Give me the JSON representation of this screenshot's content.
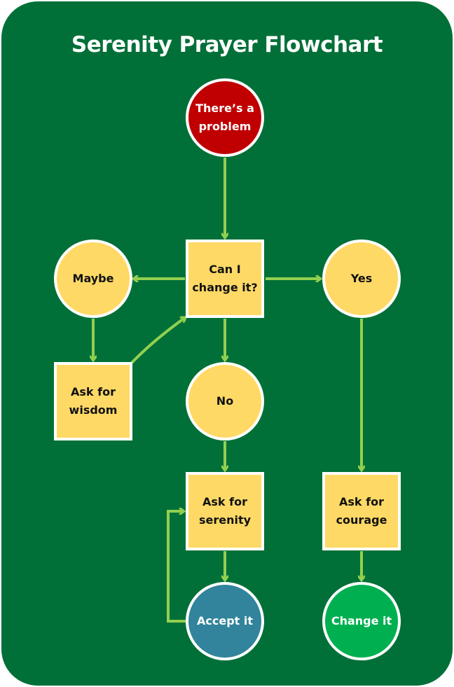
{
  "title": "Serenity Prayer Flowchart",
  "colors": {
    "background": "#007038",
    "arrow": "#92d050",
    "problem": "#c00000",
    "node": "#ffd966",
    "accept": "#31849b",
    "change": "#00b050"
  },
  "nodes": {
    "problem": "There’s a problem",
    "question": "Can I change it?",
    "maybe": "Maybe",
    "yes": "Yes",
    "no": "No",
    "wisdom": "Ask for wisdom",
    "serenity": "Ask for serenity",
    "courage": "Ask for courage",
    "accept": "Accept it",
    "change": "Change it"
  }
}
